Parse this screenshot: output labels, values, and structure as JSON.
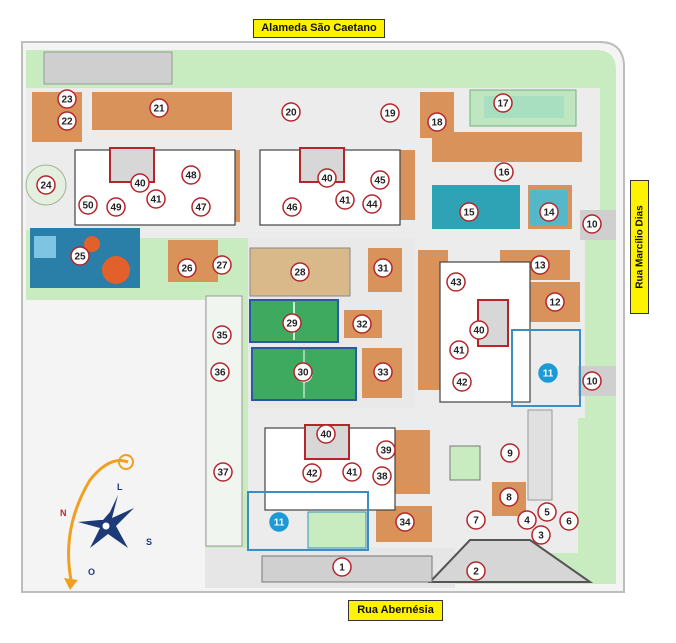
{
  "streets": {
    "top": "Alameda São Caetano",
    "bottom": "Rua Abernésia",
    "right": "Rua Marcílio Dias"
  },
  "compass": {
    "n": "N",
    "l": "L",
    "s": "S",
    "o": "O"
  },
  "colors": {
    "lawn": "#c9ebc0",
    "wood": "#d9925a",
    "floor": "#ececec",
    "pool": "#2ea3b5",
    "court_green": "#3daa5f",
    "court_sand": "#d9b88a",
    "badge_red": "#b3262b",
    "badge_blue": "#1c9ad6"
  },
  "markers": [
    {
      "id": "m1",
      "label": "1"
    },
    {
      "id": "m2",
      "label": "2"
    },
    {
      "id": "m3",
      "label": "3"
    },
    {
      "id": "m4",
      "label": "4"
    },
    {
      "id": "m5",
      "label": "5"
    },
    {
      "id": "m6",
      "label": "6"
    },
    {
      "id": "m7",
      "label": "7"
    },
    {
      "id": "m8",
      "label": "8"
    },
    {
      "id": "m9",
      "label": "9"
    },
    {
      "id": "m10a",
      "label": "10"
    },
    {
      "id": "m10b",
      "label": "10"
    },
    {
      "id": "m11a",
      "label": "11"
    },
    {
      "id": "m11b",
      "label": "11"
    },
    {
      "id": "m12",
      "label": "12"
    },
    {
      "id": "m13",
      "label": "13"
    },
    {
      "id": "m14",
      "label": "14"
    },
    {
      "id": "m15",
      "label": "15"
    },
    {
      "id": "m16",
      "label": "16"
    },
    {
      "id": "m17",
      "label": "17"
    },
    {
      "id": "m18",
      "label": "18"
    },
    {
      "id": "m19",
      "label": "19"
    },
    {
      "id": "m20",
      "label": "20"
    },
    {
      "id": "m21",
      "label": "21"
    },
    {
      "id": "m22",
      "label": "22"
    },
    {
      "id": "m23",
      "label": "23"
    },
    {
      "id": "m24",
      "label": "24"
    },
    {
      "id": "m25",
      "label": "25"
    },
    {
      "id": "m26",
      "label": "26"
    },
    {
      "id": "m27",
      "label": "27"
    },
    {
      "id": "m28",
      "label": "28"
    },
    {
      "id": "m29",
      "label": "29"
    },
    {
      "id": "m30",
      "label": "30"
    },
    {
      "id": "m31",
      "label": "31"
    },
    {
      "id": "m32",
      "label": "32"
    },
    {
      "id": "m33",
      "label": "33"
    },
    {
      "id": "m34",
      "label": "34"
    },
    {
      "id": "m35",
      "label": "35"
    },
    {
      "id": "m36",
      "label": "36"
    },
    {
      "id": "m37",
      "label": "37"
    },
    {
      "id": "m38",
      "label": "38"
    },
    {
      "id": "m39",
      "label": "39"
    },
    {
      "id": "m40a",
      "label": "40"
    },
    {
      "id": "m40b",
      "label": "40"
    },
    {
      "id": "m40c",
      "label": "40"
    },
    {
      "id": "m40d",
      "label": "40"
    },
    {
      "id": "m41a",
      "label": "41"
    },
    {
      "id": "m41b",
      "label": "41"
    },
    {
      "id": "m41c",
      "label": "41"
    },
    {
      "id": "m41d",
      "label": "41"
    },
    {
      "id": "m42a",
      "label": "42"
    },
    {
      "id": "m42b",
      "label": "42"
    },
    {
      "id": "m43",
      "label": "43"
    },
    {
      "id": "m44",
      "label": "44"
    },
    {
      "id": "m45",
      "label": "45"
    },
    {
      "id": "m46",
      "label": "46"
    },
    {
      "id": "m47",
      "label": "47"
    },
    {
      "id": "m48",
      "label": "48"
    },
    {
      "id": "m49",
      "label": "49"
    },
    {
      "id": "m50",
      "label": "50"
    }
  ]
}
